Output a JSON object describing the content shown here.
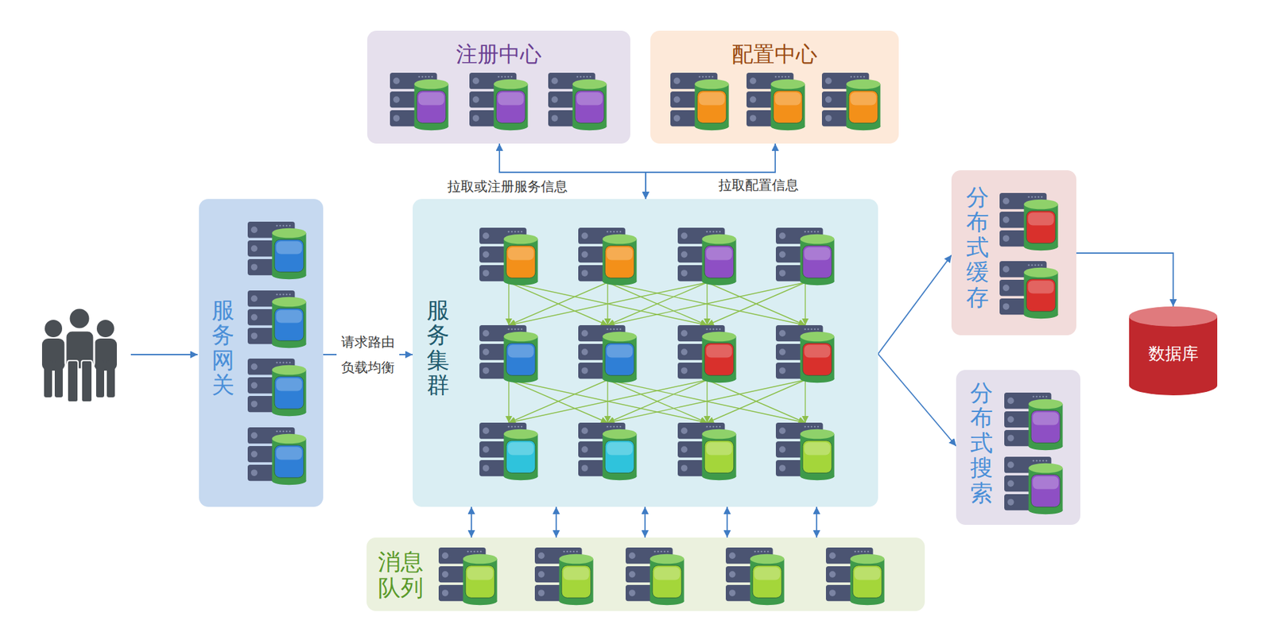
{
  "diagram": {
    "nodes": [
      {
        "text": [
          "注册中心"
        ]
      },
      {
        "text": [
          "配置中心"
        ]
      },
      {
        "text": [
          "服务网关"
        ]
      },
      {
        "text": [
          "服务集群"
        ]
      },
      {
        "text": [
          "分布式缓存"
        ]
      },
      {
        "text": [
          "分布式搜索"
        ]
      },
      {
        "text": [
          "数据库"
        ]
      },
      {
        "text": [
          "消息 队列"
        ]
      }
    ],
    "edges": [
      {
        "from": 2,
        "to": 3,
        "arrow": "to",
        "label": "请求路由 负载均衡"
      },
      {
        "from": 3,
        "to": 0,
        "arrow": "both",
        "label": "拉取或注册服务信息"
      },
      {
        "from": 3,
        "to": 1,
        "arrow": "both",
        "label": "拉取配置信息"
      },
      {
        "from": 3,
        "to": 4,
        "arrow": "to"
      },
      {
        "from": 3,
        "to": 5,
        "arrow": "to"
      },
      {
        "from": 4,
        "to": 6,
        "arrow": "to"
      },
      {
        "from": 3,
        "to": 7,
        "arrow": "both"
      },
      {
        "from": 3,
        "to": 7,
        "arrow": "both"
      },
      {
        "from": 3,
        "to": 7,
        "arrow": "both"
      },
      {
        "from": 3,
        "to": 7,
        "arrow": "both"
      },
      {
        "from": 3,
        "to": 7,
        "arrow": "both"
      }
    ]
  }
}
